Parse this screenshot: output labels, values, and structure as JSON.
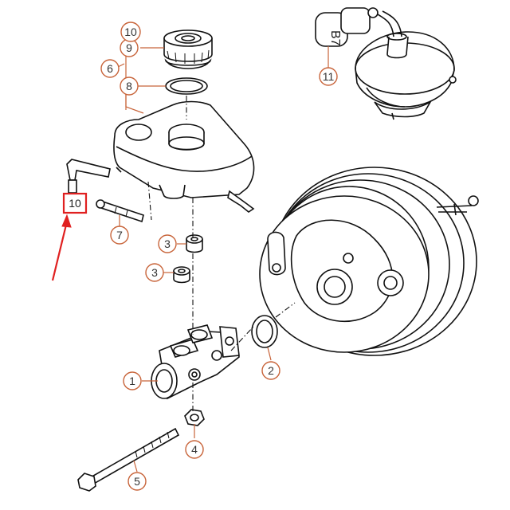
{
  "diagram": {
    "callouts": [
      {
        "id": "1",
        "label": "1"
      },
      {
        "id": "2",
        "label": "2"
      },
      {
        "id": "3a",
        "label": "3"
      },
      {
        "id": "3b",
        "label": "3"
      },
      {
        "id": "4",
        "label": "4"
      },
      {
        "id": "5",
        "label": "5"
      },
      {
        "id": "6",
        "label": "6"
      },
      {
        "id": "7",
        "label": "7"
      },
      {
        "id": "8",
        "label": "8"
      },
      {
        "id": "9",
        "label": "9"
      },
      {
        "id": "10top",
        "label": "10"
      },
      {
        "id": "11",
        "label": "11"
      }
    ],
    "highlighted_part": {
      "label": "10"
    },
    "sensor_plug_text": "B7",
    "colors": {
      "callout": "#c8643a",
      "highlight": "#e02020",
      "line": "#111111"
    }
  }
}
